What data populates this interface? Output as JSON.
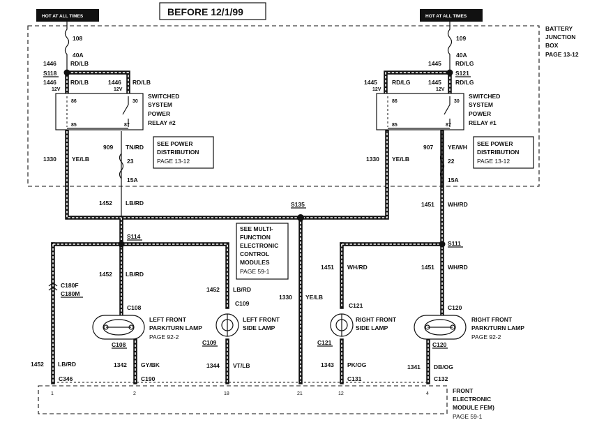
{
  "title": "BEFORE 12/1/99",
  "hot_left": "HOT AT ALL TIMES",
  "hot_right": "HOT AT ALL TIMES",
  "bjb": {
    "line1": "BATTERY",
    "line2": "JUNCTION",
    "line3": "BOX",
    "page": "PAGE 13-12"
  },
  "left_feed": {
    "fuse_top": "108",
    "fuse_amp": "40A",
    "circuit": "1446",
    "color": "RD/LB",
    "splice": "S118",
    "c_a": "1446",
    "color_a": "RD/LB",
    "c_b": "1446",
    "color_b": "RD/LB",
    "v_a": "12V",
    "v_b": "12V"
  },
  "right_feed": {
    "fuse_top": "109",
    "fuse_amp": "40A",
    "circuit": "1445",
    "color": "RD/LG",
    "splice": "S121",
    "c_a": "1445",
    "color_a": "RD/LG",
    "c_b": "1445",
    "color_b": "RD/LG",
    "v_a": "12V",
    "v_b": "12V"
  },
  "relay2": {
    "l1": "SWITCHED",
    "l2": "SYSTEM",
    "l3": "POWER",
    "l4": "RELAY #2",
    "p86": "86",
    "p30": "30",
    "p85": "85",
    "p87": "87"
  },
  "relay1": {
    "l1": "SWITCHED",
    "l2": "SYSTEM",
    "l3": "POWER",
    "l4": "RELAY #1",
    "p86": "86",
    "p30": "30",
    "p85": "85",
    "p87": "87"
  },
  "left_out": {
    "c1": "1330",
    "col1": "YE/LB",
    "c2": "909",
    "col2": "TN/RD",
    "fuse": "23",
    "amp": "15A"
  },
  "right_out": {
    "c1": "1330",
    "col1": "YE/LB",
    "c2": "907",
    "col2": "YE/WH",
    "fuse": "22",
    "amp": "15A"
  },
  "see_pd_left": {
    "l1": "SEE POWER",
    "l2": "DISTRIBUTION",
    "l3": "PAGE 13-12"
  },
  "see_pd_right": {
    "l1": "SEE POWER",
    "l2": "DISTRIBUTION",
    "l3": "PAGE 13-12"
  },
  "mid": {
    "c1452": "1452",
    "lbrd": "LB/RD",
    "s135": "S135",
    "c1451": "1451",
    "whrd": "WH/RD"
  },
  "see_mf": {
    "l1": "SEE MULTI-",
    "l2": "FUNCTION",
    "l3": "ELECTRONIC",
    "l4": "CONTROL",
    "l5": "MODULES",
    "l6": "PAGE 59-1"
  },
  "s114": "S114",
  "s111": "S111",
  "c180f": "C180F",
  "c180m": "C180M",
  "lfpt": {
    "wire": "1452",
    "color": "LB/RD",
    "conn": "C108",
    "conn2": "C108",
    "l1": "LEFT FRONT",
    "l2": "PARK/TURN LAMP",
    "page": "PAGE 92-2"
  },
  "lfs": {
    "wire": "1452",
    "color": "LB/RD",
    "conn": "C109",
    "conn2": "C109",
    "l1": "LEFT FRONT",
    "l2": "SIDE LAMP"
  },
  "center": {
    "wire": "1330",
    "color": "YE/LB"
  },
  "rfs": {
    "wire": "1451",
    "color": "WH/RD",
    "conn": "C121",
    "conn2": "C121",
    "l1": "RIGHT FRONT",
    "l2": "SIDE LAMP"
  },
  "rfpt": {
    "wire": "1451",
    "color": "WH/RD",
    "conn": "C120",
    "conn2": "C120",
    "l1": "RIGHT FRONT",
    "l2": "PARK/TURN LAMP",
    "page": "PAGE 92-2"
  },
  "bottom": {
    "w1": "1452",
    "w1c": "LB/RD",
    "k1": "C346",
    "w2": "1342",
    "w2c": "GY/BK",
    "k2": "C190",
    "w3": "1344",
    "w3c": "VT/LB",
    "w4": "1343",
    "w4c": "PK/OG",
    "k4": "C131",
    "w5": "1341",
    "w5c": "DB/OG",
    "k5": "C132",
    "pins": [
      "1",
      "2",
      "18",
      "21",
      "12",
      "4"
    ]
  },
  "fem": {
    "l1": "FRONT",
    "l2": "ELECTRONIC",
    "l3": "MODULE FEM)",
    "page": "PAGE 59-1"
  }
}
